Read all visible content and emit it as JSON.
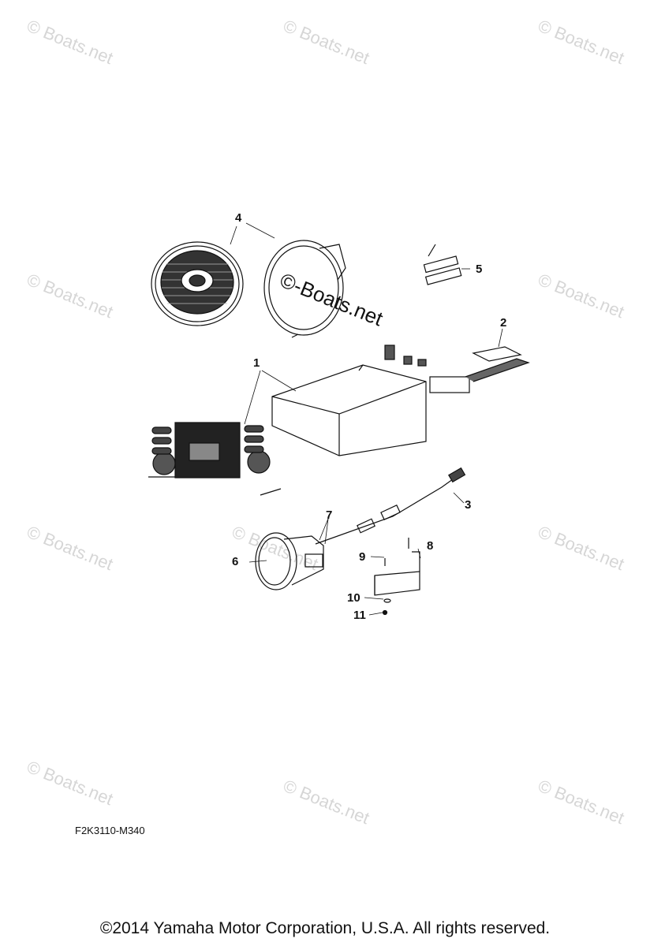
{
  "watermark": "© Boats.net",
  "watermark_center": "©-Boats.net",
  "callouts": [
    "1",
    "2",
    "3",
    "4",
    "5",
    "6",
    "7",
    "8",
    "9",
    "10",
    "11"
  ],
  "diagram_code": "F2K3110-M340",
  "footer": "©2014 Yamaha Motor Corporation, U.S.A. All rights reserved."
}
